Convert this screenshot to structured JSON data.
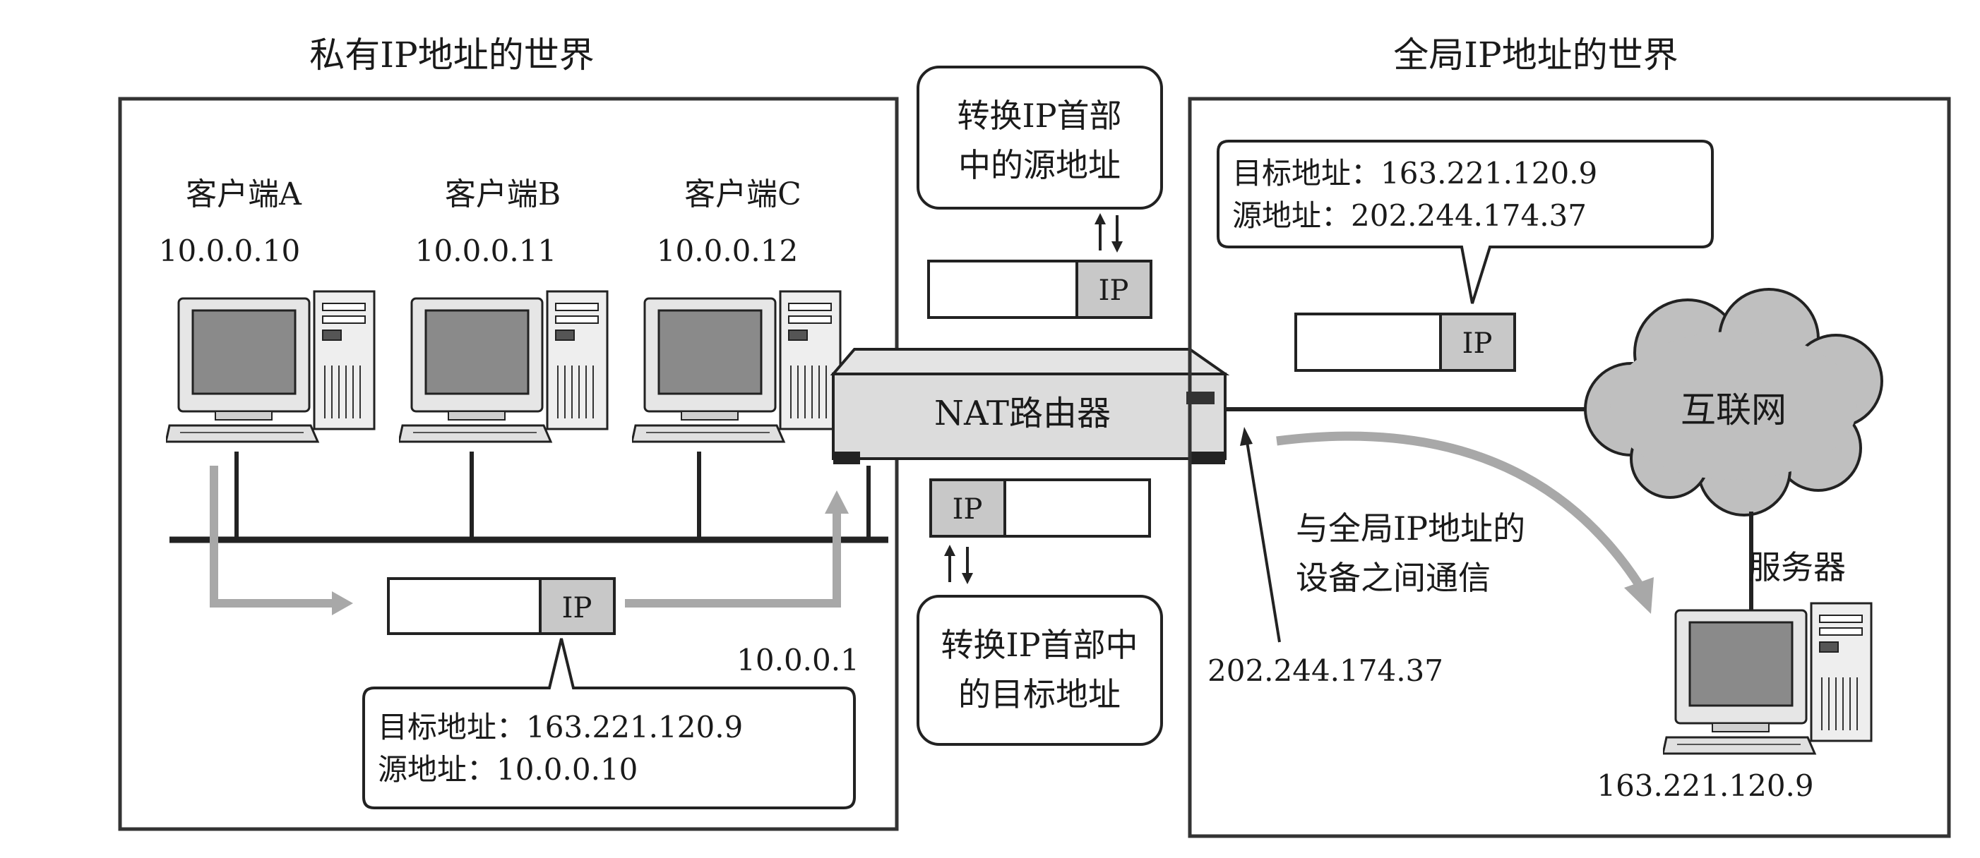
{
  "private_world": {
    "title": "私有IP地址的世界",
    "clients": [
      {
        "name": "客户端A",
        "ip": "10.0.0.10"
      },
      {
        "name": "客户端B",
        "ip": "10.0.0.11"
      },
      {
        "name": "客户端C",
        "ip": "10.0.0.12"
      }
    ],
    "gateway_ip": "10.0.0.1",
    "packet_label": "IP",
    "callout": {
      "line1": "目标地址：163.221.120.9",
      "line2": "源地址：10.0.0.10"
    }
  },
  "global_world": {
    "title": "全局IP地址的世界",
    "packet_label": "IP",
    "callout": {
      "line1": "目标地址：163.221.120.9",
      "line2": "源地址：202.244.174.37"
    },
    "router_global_ip": "202.244.174.37",
    "internet_label": "互联网",
    "server_label": "服务器",
    "server_ip": "163.221.120.9",
    "communication_note": {
      "line1": "与全局IP地址的",
      "line2": "设备之间通信"
    }
  },
  "router": {
    "label": "NAT路由器",
    "top_note": {
      "line1": "转换IP首部",
      "line2": "中的源地址"
    },
    "bottom_note": {
      "line1": "转换IP首部中",
      "line2": "的目标地址"
    },
    "top_packet_label": "IP",
    "bottom_packet_label": "IP"
  }
}
